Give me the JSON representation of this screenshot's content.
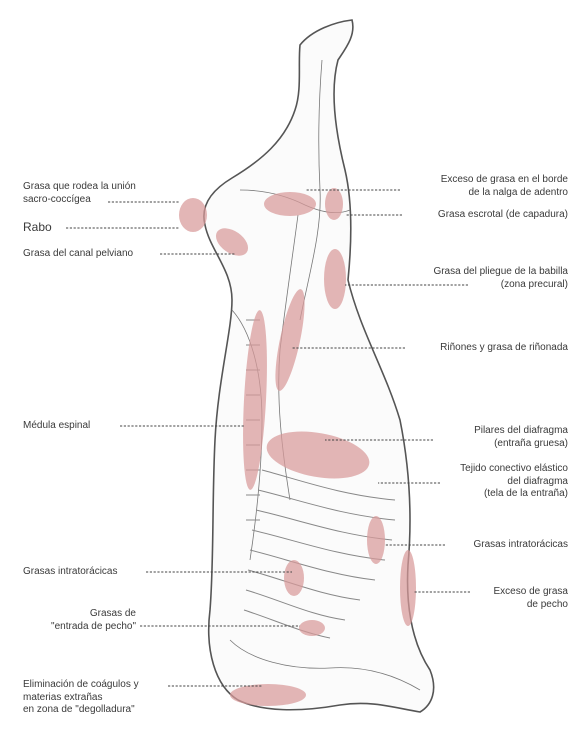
{
  "labels": {
    "grasa_sacro": [
      "Grasa que rodea la unión",
      "sacro-coccígea"
    ],
    "rabo": "Rabo",
    "grasa_canal_pelviano": "Grasa del canal pelviano",
    "medula_espinal": "Médula espinal",
    "grasas_intratoracicas_left": "Grasas intratorácicas",
    "grasas_entrada_pecho": [
      "Grasas de",
      "\"entrada de pecho\""
    ],
    "eliminacion_coagulos": [
      "Eliminación de coágulos y",
      "materias extrañas",
      "en zona de \"degolladura\""
    ],
    "exceso_grasa_nalga": [
      "Exceso de grasa en el borde",
      "de la nalga de adentro"
    ],
    "grasa_escrotal": "Grasa escrotal (de capadura)",
    "grasa_pliegue_babilla": [
      "Grasa del pliegue de la babilla",
      "(zona precural)"
    ],
    "rinones": "Riñones y grasa de riñonada",
    "pilares_diafragma": [
      "Pilares del diafragma",
      "(entraña gruesa)"
    ],
    "tejido_conectivo": [
      "Tejido conectivo elástico",
      "del diafragma",
      "(tela de la entraña)"
    ],
    "grasas_intratoracicas_right": "Grasas intratorácicas",
    "exceso_grasa_pecho": [
      "Exceso de grasa",
      "de pecho"
    ]
  },
  "colors": {
    "highlight": "#d89a9a",
    "outline": "#555555",
    "text": "#3a3a3a"
  }
}
